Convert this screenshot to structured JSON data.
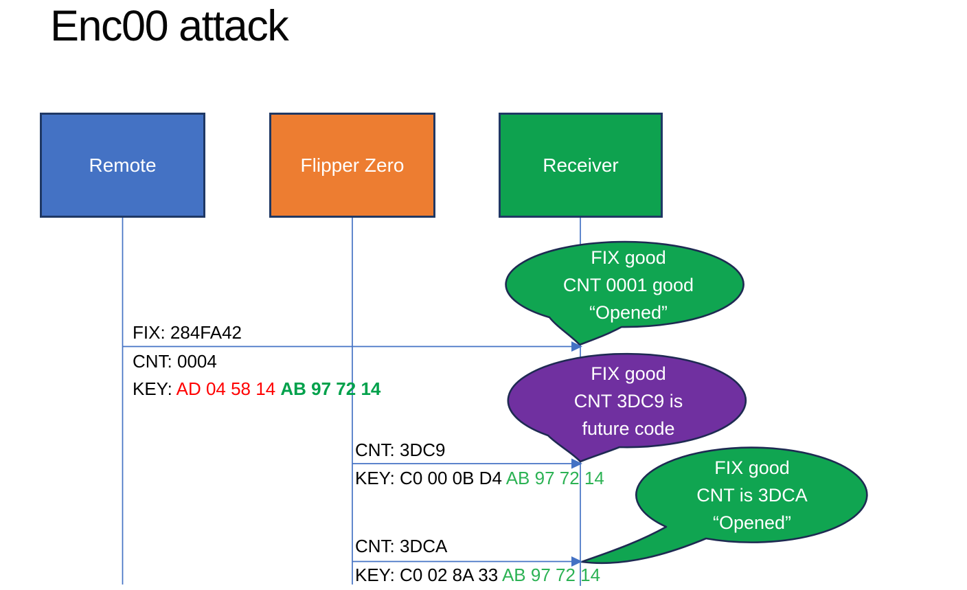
{
  "title": "Enc00 attack",
  "actors": [
    {
      "label": "Remote"
    },
    {
      "label": "Flipper Zero"
    },
    {
      "label": "Receiver"
    }
  ],
  "messages": [
    {
      "fix": "FIX: 284FA42",
      "cnt": "CNT: 0004",
      "key_prefix": "KEY: ",
      "key_red": "AD 04 58 14 ",
      "key_green": "AB 97 72 14"
    },
    {
      "cnt": "CNT: 3DC9",
      "key_prefix": "KEY: C0 00 0B D4 ",
      "key_green": "AB 97 72 14"
    },
    {
      "cnt": "CNT: 3DCA",
      "key_prefix": "KEY: C0 02 8A 33 ",
      "key_green": "AB 97 72 14"
    }
  ],
  "callouts": [
    {
      "lines": [
        "FIX good",
        "CNT 0001 good",
        "“Opened”"
      ]
    },
    {
      "lines": [
        "FIX good",
        "CNT 3DC9 is",
        "future code"
      ]
    },
    {
      "lines": [
        "FIX good",
        "CNT is 3DCA",
        "“Opened”"
      ]
    }
  ],
  "colors": {
    "remote_blue": "#4472C4",
    "flipper_orange": "#ED7D31",
    "receiver_green": "#0EA24F",
    "callout_green": "#10A551",
    "callout_purple": "#7030A0",
    "outline_navy": "#1F3864",
    "arrow_blue": "#4472C4",
    "key_red": "#FF0000",
    "key_green_bold": "#00A14B",
    "key_green": "#2CB254"
  }
}
